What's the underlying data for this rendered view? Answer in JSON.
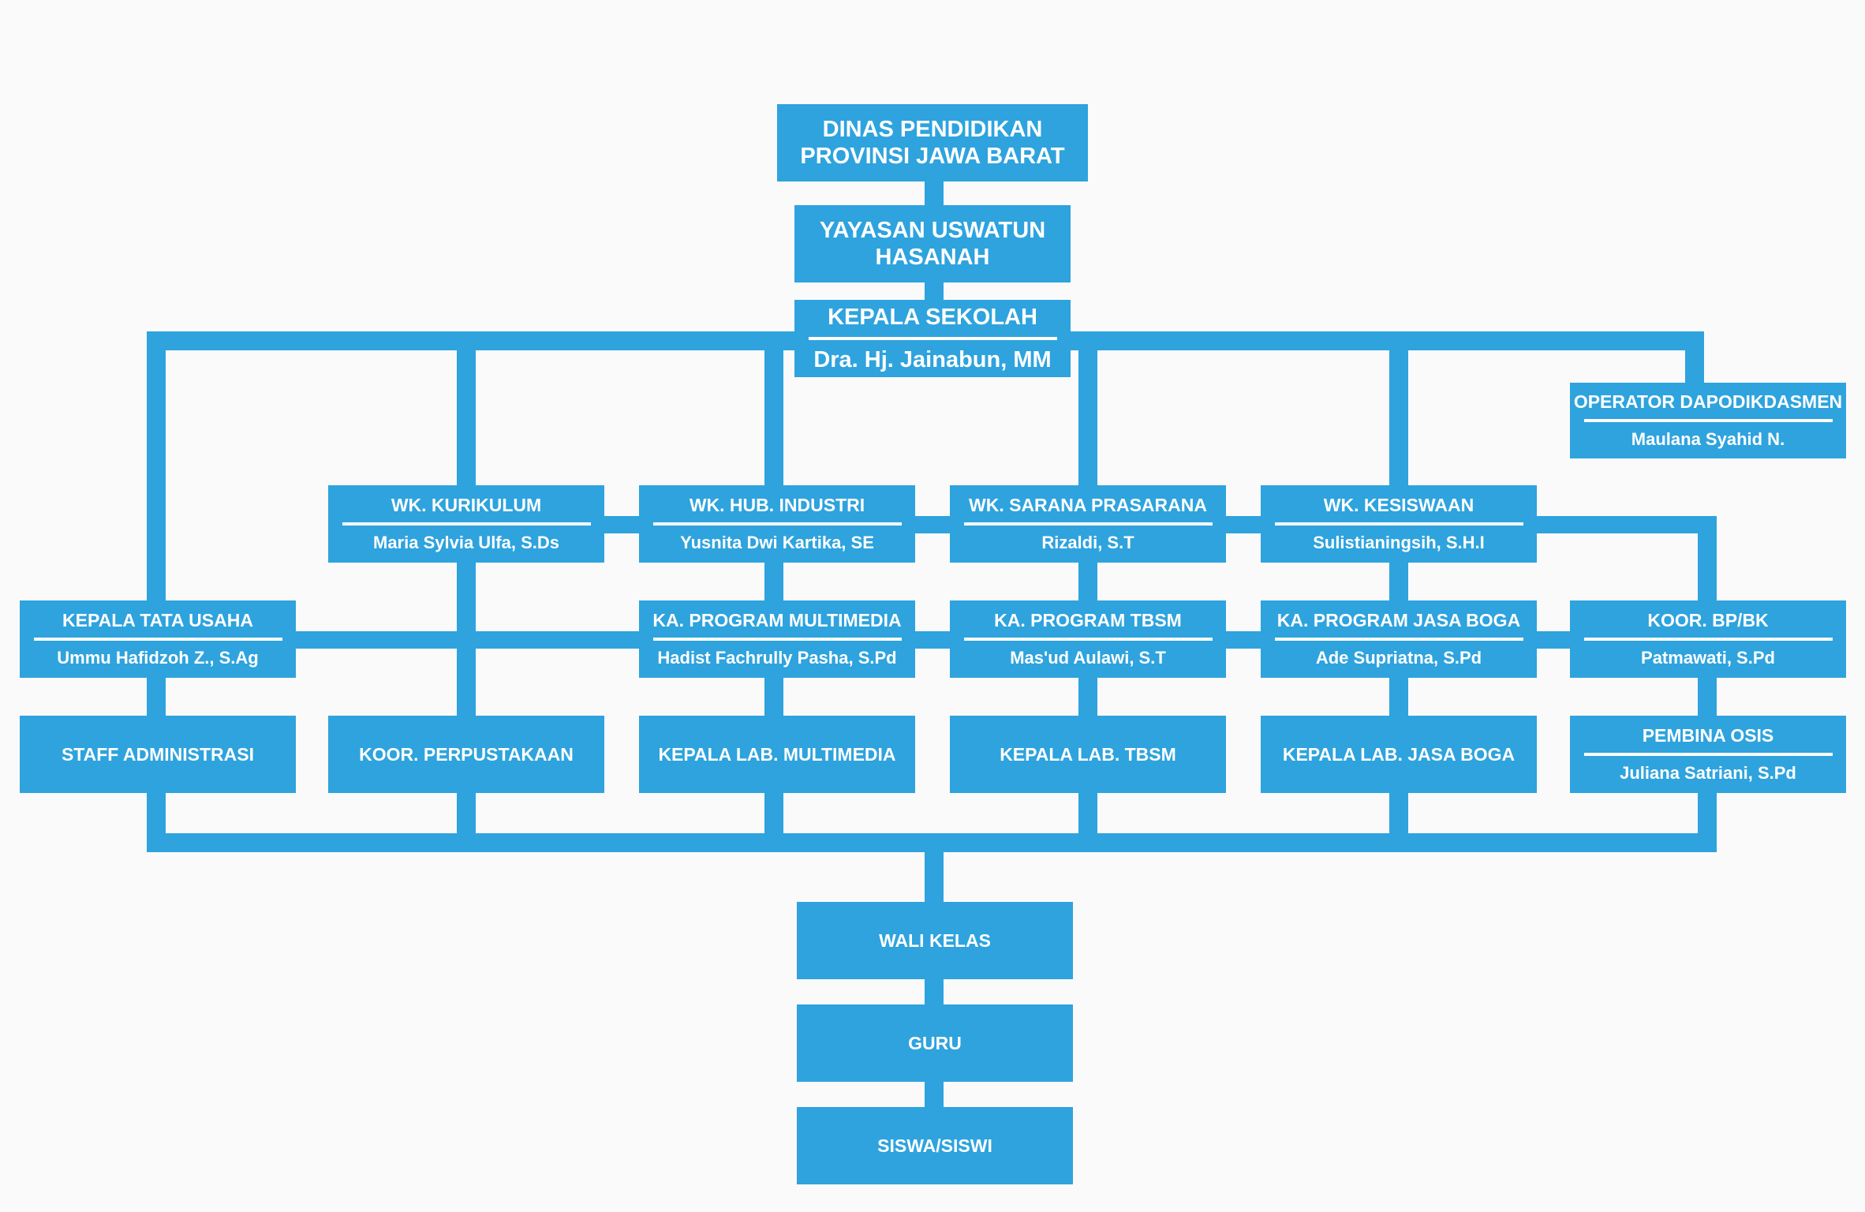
{
  "colors": {
    "box": "#2ea3de",
    "line": "#2ea3de",
    "text": "#ffffff",
    "background": "#fafafa"
  },
  "org": {
    "dinas": [
      "DINAS PENDIDIKAN",
      "PROVINSI JAWA BARAT"
    ],
    "yayasan": [
      "YAYASAN USWATUN",
      "HASANAH"
    ],
    "kepala_sekolah": {
      "title": "KEPALA SEKOLAH",
      "name": "Dra. Hj. Jainabun, MM"
    },
    "operator": {
      "title": "OPERATOR DAPODIKDASMEN",
      "name": "Maulana Syahid N."
    },
    "wk_kurikulum": {
      "title": "WK. KURIKULUM",
      "name": "Maria Sylvia Ulfa, S.Ds"
    },
    "wk_hub_industri": {
      "title": "WK. HUB. INDUSTRI",
      "name": "Yusnita Dwi Kartika, SE"
    },
    "wk_sarana": {
      "title": "WK. SARANA PRASARANA",
      "name": "Rizaldi, S.T"
    },
    "wk_kesiswaan": {
      "title": "WK. KESISWAAN",
      "name": "Sulistianingsih, S.H.I"
    },
    "kepala_tata_usaha": {
      "title": "KEPALA TATA USAHA",
      "name": "Ummu Hafidzoh Z., S.Ag"
    },
    "ka_multimedia": {
      "title": "KA. PROGRAM MULTIMEDIA",
      "name": "Hadist Fachrully Pasha, S.Pd"
    },
    "ka_tbsm": {
      "title": "KA. PROGRAM TBSM",
      "name": "Mas'ud Aulawi, S.T"
    },
    "ka_jasa_boga": {
      "title": "KA. PROGRAM JASA BOGA",
      "name": "Ade Supriatna, S.Pd"
    },
    "koor_bpbk": {
      "title": "KOOR. BP/BK",
      "name": "Patmawati, S.Pd"
    },
    "staff_admin": "STAFF ADMINISTRASI",
    "koor_perpustakaan": "KOOR. PERPUSTAKAAN",
    "lab_multimedia": "KEPALA LAB. MULTIMEDIA",
    "lab_tbsm": "KEPALA LAB. TBSM",
    "lab_jasa_boga": "KEPALA LAB. JASA BOGA",
    "pembina_osis": {
      "title": "PEMBINA OSIS",
      "name": "Juliana Satriani, S.Pd"
    },
    "wali_kelas": "WALI KELAS",
    "guru": "GURU",
    "siswa": "SISWA/SISWI"
  }
}
